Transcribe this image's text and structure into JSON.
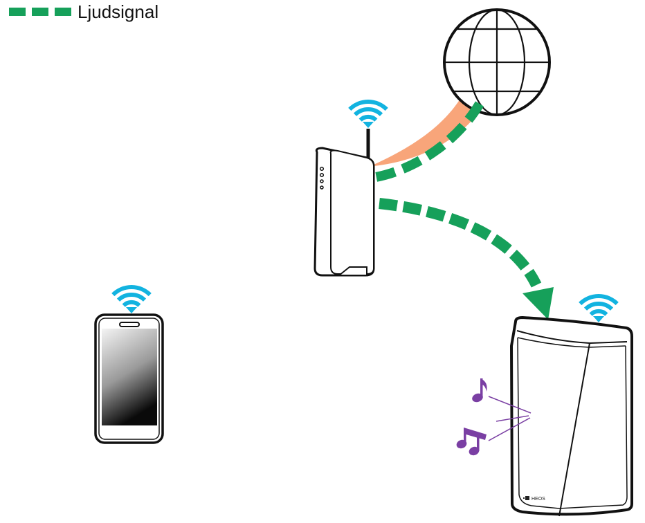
{
  "legend": {
    "label": "Ljudsignal",
    "dash_count": 3,
    "color": "#16a05a"
  },
  "colors": {
    "audio_signal": "#16a05a",
    "internet_link": "#f8a57a",
    "wifi": "#12b3e0",
    "music_notes": "#7a3fa3",
    "outline": "#111111"
  },
  "devices": {
    "internet": {
      "icon": "globe-icon"
    },
    "router": {
      "icon": "router-icon",
      "wifi": true
    },
    "smartphone": {
      "icon": "smartphone-icon",
      "wifi": true
    },
    "speaker": {
      "icon": "speaker-icon",
      "wifi": true,
      "brand_label": "HEOS"
    }
  },
  "connections": [
    {
      "from": "internet",
      "to": "router",
      "type": "internet-link"
    },
    {
      "from": "internet",
      "to": "router",
      "type": "audio-signal"
    },
    {
      "from": "router",
      "to": "speaker",
      "type": "audio-signal",
      "arrow": true
    }
  ],
  "music_notes": [
    "eighth-note",
    "beamed-eighth-notes"
  ]
}
